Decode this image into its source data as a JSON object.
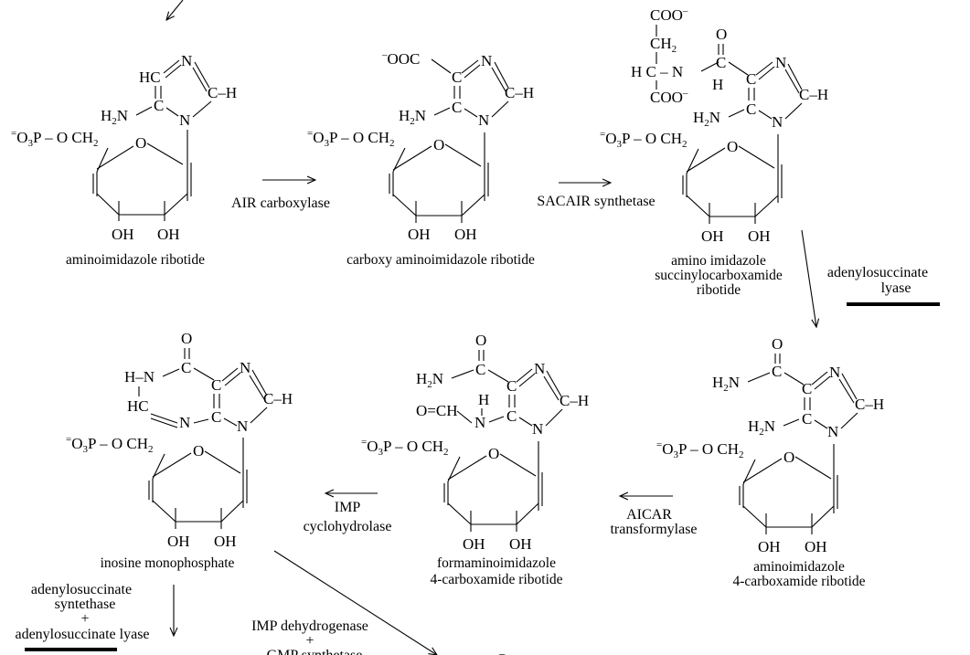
{
  "molecules": {
    "air": {
      "name": "aminoimidazole ribotide"
    },
    "cair": {
      "name": "carboxy aminoimidazole ribotide"
    },
    "saicar": {
      "name_lines": [
        "amino imidazole",
        "succinylocarboxamide",
        "ribotide"
      ]
    },
    "aicar": {
      "name_lines": [
        "aminoimidazole",
        "4-carboxamide ribotide"
      ]
    },
    "faicar": {
      "name_lines": [
        "formaminoimidazole",
        "4-carboxamide ribotide"
      ]
    },
    "imp": {
      "name": "inosine monophosphate"
    }
  },
  "enzymes": {
    "air_carboxylase": "AIR carboxylase",
    "sacair_synthetase": "SACAIR synthetase",
    "adenylosuccinate_lyase": [
      "adenylosuccinate",
      "lyase"
    ],
    "aicar_transformylase": [
      "AICAR",
      "transformylase"
    ],
    "imp_cyclohydrolase": [
      "IMP",
      "cyclohydrolase"
    ],
    "adenylosuccinate_synthetase_lyase": [
      "adenylosuccinate",
      "syntethase",
      "+",
      "adenylosuccinate lyase"
    ],
    "imp_dehydrogenase_gmp": [
      "IMP dehydrogenase",
      "+",
      "GMP synthetase"
    ]
  },
  "atoms": {
    "N": "N",
    "C": "C",
    "O": "O",
    "H": "H",
    "HC": "HC",
    "CH": "C–H",
    "H2N": "H",
    "H2N_sub": "2",
    "H2N_tail": "N",
    "HN": "H–N",
    "HC_ring": "HC",
    "OCH": "O=CH",
    "phos_sup": "=",
    "phos_O3P": "O",
    "phos_sub3": "3",
    "phos_P": "P – O CH",
    "phos_sub2": "2",
    "OH": "OH",
    "ring_O": "O",
    "carbonyl_O": "O",
    "coo_minus_left": "–",
    "coo_left": "OOC",
    "coo": "COO",
    "coo_minus": "–",
    "ch2_C": "CH",
    "ch2_sub": "2",
    "hc_N": "H C – N"
  }
}
